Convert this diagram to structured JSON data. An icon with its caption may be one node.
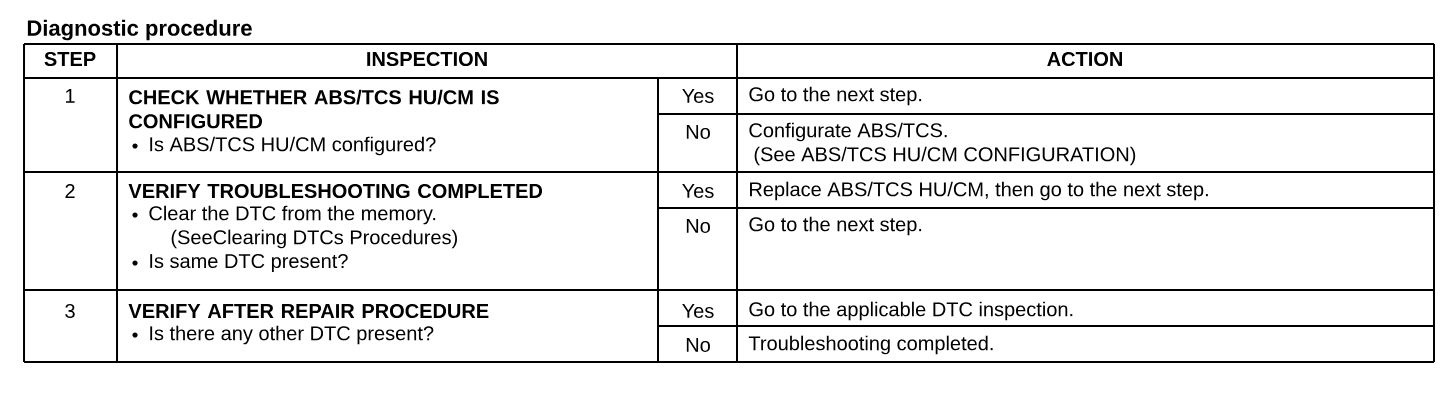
{
  "diagram": {
    "title": "Diagnostic procedure",
    "labels": [
      "STEP",
      "INSPECTION",
      "ACTION",
      "1",
      "CHECK WHETHER ABS/TCS HU/CM IS CONFIGURED",
      "Is ABS/TCS HU/CM configured?",
      "Yes",
      "Go to the next step.",
      "No",
      "Configurate ABS/TCS.",
      "(See ABS/TCS HU/CM CONFIGURATION)",
      "2",
      "VERIFY TROUBLESHOOTING COMPLETED",
      "Clear the DTC from the memory.",
      "(SeeClearing DTCs Procedures)",
      "Is same DTC present?",
      "Yes",
      "Replace ABS/TCS HU/CM, then go to the next step.",
      "No",
      "Go to the next step.",
      "3",
      "VERIFY AFTER REPAIR PROCEDURE",
      "Is there any other DTC present?",
      "Yes",
      "Go to the applicable DTC inspection.",
      "No",
      "Troubleshooting completed."
    ]
  }
}
